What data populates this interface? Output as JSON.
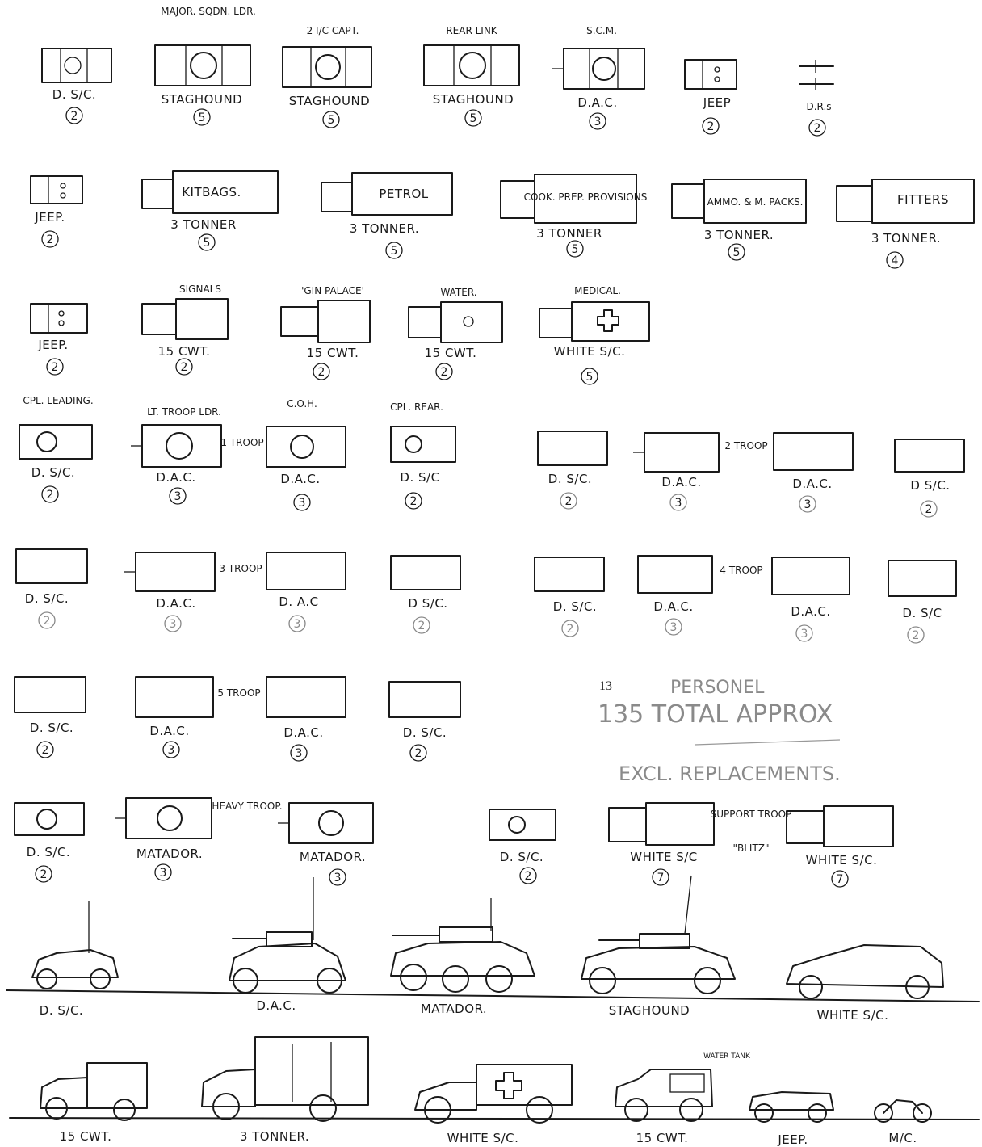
{
  "sheet": {
    "page_number": "13",
    "total_note_line1": "PERSONEL",
    "total_note_line2": "135 TOTAL APPROX",
    "total_note_line3": "EXCL. REPLACEMENTS."
  },
  "row1": [
    {
      "top": "",
      "bottom": "D. S/C.",
      "count": "2",
      "kind": "car"
    },
    {
      "top": "MAJOR. SQDN. LDR.",
      "bottom": "STAGHOUND",
      "count": "5",
      "kind": "ac"
    },
    {
      "top": "2 I/C CAPT.",
      "bottom": "STAGHOUND",
      "count": "5",
      "kind": "ac"
    },
    {
      "top": "REAR LINK",
      "bottom": "STAGHOUND",
      "count": "5",
      "kind": "ac"
    },
    {
      "top": "S.C.M.",
      "bottom": "D.A.C.",
      "count": "3",
      "kind": "ac"
    },
    {
      "top": "",
      "bottom": "JEEP",
      "count": "2",
      "kind": "jeep"
    },
    {
      "top": "",
      "bottom": "D.R.s",
      "count": "2",
      "kind": "dr"
    }
  ],
  "row2": [
    {
      "cargo": "",
      "bottom": "JEEP.",
      "count": "2",
      "kind": "jeep"
    },
    {
      "cargo": "KITBAGS.",
      "bottom": "3 TONNER",
      "count": "5",
      "kind": "truck"
    },
    {
      "cargo": "PETROL",
      "bottom": "3 TONNER.",
      "count": "5",
      "kind": "truck"
    },
    {
      "cargo": "COOK. PREP. PROVISIONS",
      "bottom": "3 TONNER",
      "count": "5",
      "kind": "truck"
    },
    {
      "cargo": "AMMO. & M. PACKS.",
      "bottom": "3 TONNER.",
      "count": "5",
      "kind": "truck"
    },
    {
      "cargo": "FITTERS",
      "bottom": "3 TONNER.",
      "count": "4",
      "kind": "truck"
    }
  ],
  "row3": [
    {
      "top": "",
      "bottom": "JEEP.",
      "count": "2",
      "kind": "jeep"
    },
    {
      "top": "SIGNALS",
      "bottom": "15 CWT.",
      "count": "2",
      "kind": "cwt"
    },
    {
      "top": "'GIN PALACE'",
      "bottom": "15 CWT.",
      "count": "2",
      "kind": "cwt"
    },
    {
      "top": "WATER.",
      "bottom": "15 CWT.",
      "count": "2",
      "kind": "water"
    },
    {
      "top": "MEDICAL.",
      "bottom": "WHITE S/C.",
      "count": "5",
      "kind": "medical"
    }
  ],
  "row4": [
    {
      "top": "CPL. LEADING.",
      "bottom": "D. S/C.",
      "count": "2"
    },
    {
      "top": "LT. TROOP LDR.",
      "bottom": "D.A.C.",
      "count": "3"
    },
    {
      "top": "C.O.H.",
      "bottom": "D.A.C.",
      "count": "3"
    },
    {
      "top": "CPL. REAR.",
      "bottom": "D. S/C",
      "count": "2"
    },
    {
      "top": "",
      "bottom": "D. S/C.",
      "count": "2"
    },
    {
      "top": "",
      "bottom": "D.A.C.",
      "count": "3"
    },
    {
      "top": "",
      "bottom": "D.A.C.",
      "count": "3"
    },
    {
      "top": "",
      "bottom": "D S/C.",
      "count": "2"
    }
  ],
  "row4_troops": [
    "1 TROOP",
    "2 TROOP"
  ],
  "row5": [
    {
      "bottom": "D. S/C.",
      "count": "2"
    },
    {
      "bottom": "D.A.C.",
      "count": "3"
    },
    {
      "bottom": "D. A.C",
      "count": "3"
    },
    {
      "bottom": "D S/C.",
      "count": "2"
    },
    {
      "bottom": "D. S/C.",
      "count": "2"
    },
    {
      "bottom": "D.A.C.",
      "count": "3"
    },
    {
      "bottom": "D.A.C.",
      "count": "3"
    },
    {
      "bottom": "D. S/C",
      "count": "2"
    }
  ],
  "row5_troops": [
    "3 TROOP",
    "4 TROOP"
  ],
  "row6": [
    {
      "bottom": "D. S/C.",
      "count": "2"
    },
    {
      "bottom": "D.A.C.",
      "count": "3"
    },
    {
      "bottom": "D.A.C.",
      "count": "3"
    },
    {
      "bottom": "D. S/C.",
      "count": "2"
    }
  ],
  "row6_troop": "5 TROOP",
  "row7": [
    {
      "bottom": "D. S/C.",
      "count": "2"
    },
    {
      "bottom": "MATADOR.",
      "count": "3"
    },
    {
      "bottom": "MATADOR.",
      "count": "3"
    },
    {
      "bottom": "D. S/C.",
      "count": "2"
    },
    {
      "bottom": "WHITE S/C",
      "count": "7"
    },
    {
      "bottom": "WHITE S/C.",
      "count": "7"
    }
  ],
  "row7_labels": {
    "heavy": "HEAVY TROOP.",
    "support": "SUPPORT TROOP",
    "blitz": "\"BLITZ\""
  },
  "side_row1": [
    "D. S/C.",
    "D.A.C.",
    "MATADOR.",
    "STAGHOUND",
    "WHITE S/C."
  ],
  "side_row2": [
    "15 CWT.",
    "3 TONNER.",
    "WHITE S/C.",
    "15 CWT.",
    "JEEP.",
    "M/C."
  ],
  "water_tank": "WATER TANK"
}
